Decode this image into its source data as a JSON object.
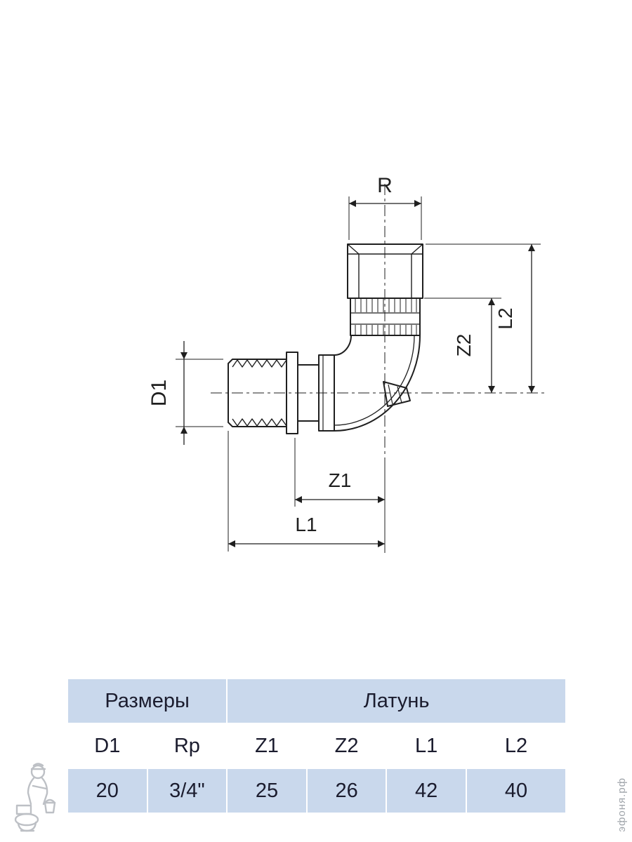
{
  "drawing": {
    "labels": {
      "r": "R",
      "d1": "D1",
      "z1": "Z1",
      "z2": "Z2",
      "l1": "L1",
      "l2": "L2"
    }
  },
  "table": {
    "group_headers": {
      "sizes": "Размеры",
      "material": "Латунь"
    },
    "columns": [
      "D1",
      "Rp",
      "Z1",
      "Z2",
      "L1",
      "L2"
    ],
    "values": [
      "20",
      "3/4\"",
      "25",
      "26",
      "42",
      "40"
    ]
  },
  "watermark": {
    "site": "эфоня.рф"
  },
  "colors": {
    "band": "#c9d8ec",
    "line": "#1f1f1f",
    "text": "#1b1c2e"
  }
}
